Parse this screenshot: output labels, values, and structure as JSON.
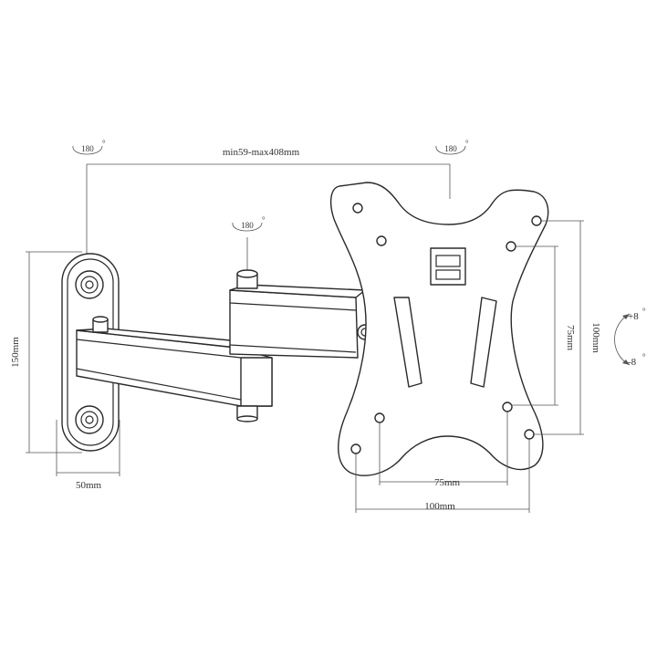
{
  "labels": {
    "rot_left": "180",
    "rot_right": "180",
    "rot_mid": "180",
    "extension": "min59-max408mm",
    "plate_height": "150mm",
    "plate_width": "50mm",
    "vesa_inner_v": "75mm",
    "vesa_outer_v": "100mm",
    "vesa_inner_h": "75mm",
    "vesa_outer_h": "100mm",
    "tilt_up": "+8",
    "tilt_down": "-8"
  },
  "colors": {
    "line": "#2a2a2a",
    "dimension": "#555555",
    "background": "#ffffff"
  }
}
